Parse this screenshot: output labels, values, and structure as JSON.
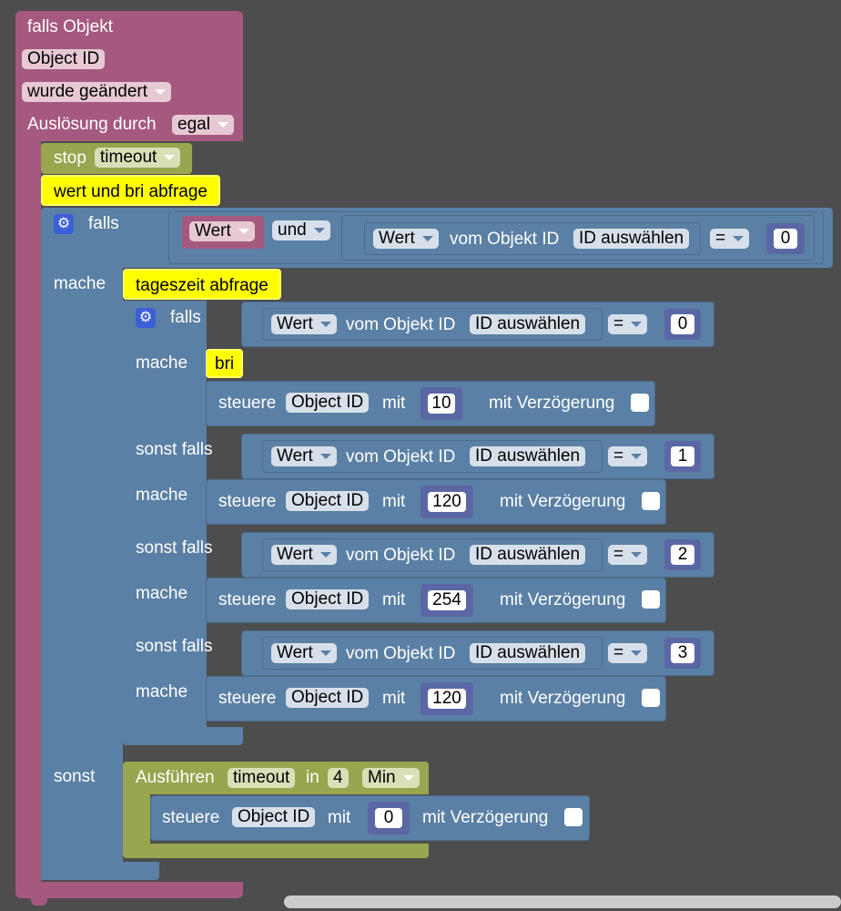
{
  "hat": {
    "title": "falls Objekt",
    "object_field": "Object ID",
    "mode_select": "wurde geändert",
    "trigger_label": "Auslösung durch",
    "trigger_select": "egal"
  },
  "stop_block": {
    "label": "stop",
    "select": "timeout"
  },
  "comments": {
    "c1": "wert und bri abfrage",
    "c2": "tageszeit abfrage",
    "c3": "bri"
  },
  "outer_if": {
    "falls": "falls",
    "mache": "mache",
    "sonst": "sonst",
    "cond": {
      "var": "Wert",
      "op": "und",
      "left": "Wert",
      "from_label": "vom Objekt ID",
      "id_select": "ID auswählen",
      "eq": "=",
      "value": "0"
    }
  },
  "inner_if": {
    "falls": "falls",
    "mache": "mache",
    "sonst_falls": "sonst falls",
    "branches": [
      {
        "kw": "falls",
        "cond_wert": "Wert",
        "from_label": "vom Objekt ID",
        "id_select": "ID auswählen",
        "eq": "=",
        "cmp": "0",
        "mache": "mache",
        "steuere": "steuere",
        "obj": "Object ID",
        "mit": "mit",
        "val": "10",
        "delay": "mit Verzögerung"
      },
      {
        "kw": "sonst falls",
        "cond_wert": "Wert",
        "from_label": "vom Objekt ID",
        "id_select": "ID auswählen",
        "eq": "=",
        "cmp": "1",
        "mache": "mache",
        "steuere": "steuere",
        "obj": "Object ID",
        "mit": "mit",
        "val": "120",
        "delay": "mit Verzögerung"
      },
      {
        "kw": "sonst falls",
        "cond_wert": "Wert",
        "from_label": "vom Objekt ID",
        "id_select": "ID auswählen",
        "eq": "=",
        "cmp": "2",
        "mache": "mache",
        "steuere": "steuere",
        "obj": "Object ID",
        "mit": "mit",
        "val": "254",
        "delay": "mit Verzögerung"
      },
      {
        "kw": "sonst falls",
        "cond_wert": "Wert",
        "from_label": "vom Objekt ID",
        "id_select": "ID auswählen",
        "eq": "=",
        "cmp": "3",
        "mache": "mache",
        "steuere": "steuere",
        "obj": "Object ID",
        "mit": "mit",
        "val": "120",
        "delay": "mit Verzögerung"
      }
    ]
  },
  "timeout_block": {
    "label": "Ausführen",
    "name": "timeout",
    "in": "in",
    "value": "4",
    "unit": "Min",
    "steuere": "steuere",
    "obj": "Object ID",
    "mit": "mit",
    "val": "0",
    "delay": "mit Verzögerung"
  },
  "colors": {
    "workspace": "#4d4d4d",
    "trigger_block": "#a5597f",
    "logic_block": "#5b80a5",
    "timeout_block": "#99a54f",
    "number_block": "#5b67a5",
    "comment": "#ffff00"
  }
}
